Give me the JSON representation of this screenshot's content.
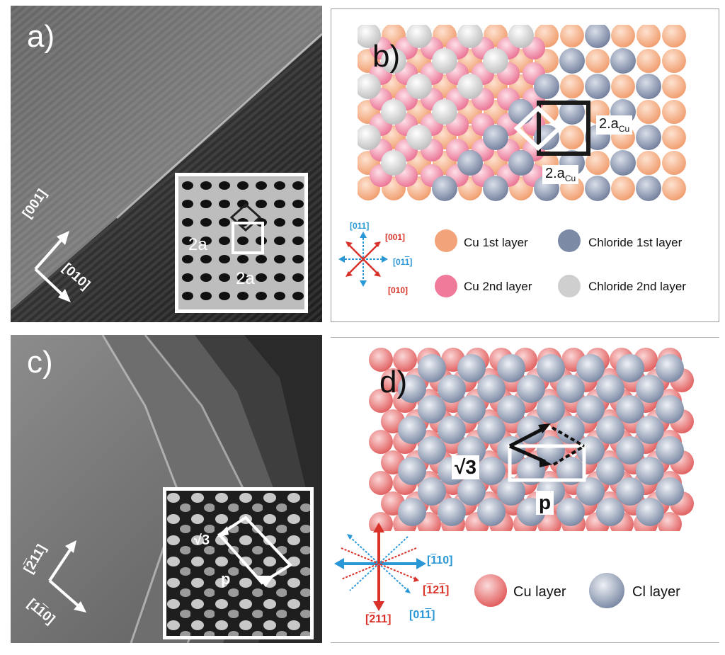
{
  "panels": {
    "a": {
      "label": "a)",
      "dir1": "[001]",
      "dir2": "[010]",
      "inset_label_1": "2a",
      "inset_label_2": "2a"
    },
    "b": {
      "label": "b)",
      "lattice_label_1_main": "2.a",
      "lattice_label_1_sub": "Cu",
      "lattice_label_2_main": "2.a",
      "lattice_label_2_sub": "Cu",
      "legend": [
        {
          "label": "Cu 1st layer",
          "color": "#f2a37a"
        },
        {
          "label": "Chloride 1st layer",
          "color": "#7d8aa6"
        },
        {
          "label": "Cu 2nd layer",
          "color": "#f07a9a"
        },
        {
          "label": "Chloride 2nd layer",
          "color": "#cfcfcf"
        }
      ],
      "compass": {
        "blue_top": "[011]",
        "blue_right_main": "[01",
        "blue_right_bar": "1",
        "blue_right_end": "]",
        "red_top": "[001]",
        "red_bottom": "[010]"
      }
    },
    "c": {
      "label": "c)",
      "dir1_pre": "[",
      "dir1_bar": "2",
      "dir1_post": "11]",
      "dir2_pre": "[1",
      "dir2_bar": "1",
      "dir2_post": "0]",
      "inset_sqrt3": "√3",
      "inset_p": "p"
    },
    "d": {
      "label": "d)",
      "lattice_sqrt3": "√3",
      "lattice_p": "p",
      "legend": [
        {
          "label": "Cu layer",
          "color": "#ee6e6e"
        },
        {
          "label": "Cl layer",
          "color": "#8a97b0"
        }
      ],
      "compass": {
        "blue_right_pre": "[",
        "blue_right_bar": "1",
        "blue_right_post": "10]",
        "red_right_pre": "[",
        "red_right_bar1": "1",
        "red_right_mid": "2",
        "red_right_bar2": "1",
        "red_right_post": "]",
        "red_bottom_pre": "[",
        "red_bottom_bar": "2",
        "red_bottom_post": "11]",
        "blue_bottom_pre": "[01",
        "blue_bottom_bar": "1",
        "blue_bottom_post": "]"
      }
    }
  }
}
